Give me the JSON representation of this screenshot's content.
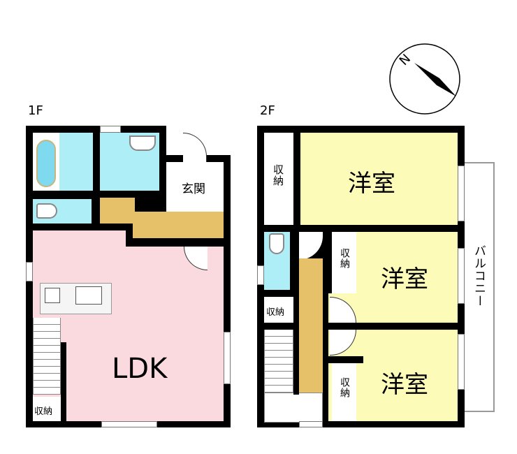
{
  "floors": [
    {
      "label": "1F",
      "rooms": {
        "ldk": "LDK",
        "entrance": "玄関",
        "storage": "収納"
      }
    },
    {
      "label": "2F",
      "rooms": {
        "western_room_1": "洋室",
        "western_room_2": "洋室",
        "western_room_3": "洋室",
        "storage_1": "収納",
        "storage_2": "収納",
        "storage_3": "収納",
        "storage_4": "収納",
        "balcony": "バルコニー"
      }
    }
  ],
  "compass": {
    "direction": "N"
  },
  "colors": {
    "water": "#aeeef6",
    "ldk": "#fbdadf",
    "hall": "#e6c16a",
    "bedroom": "#fdfbb8",
    "wall": "#000000"
  }
}
